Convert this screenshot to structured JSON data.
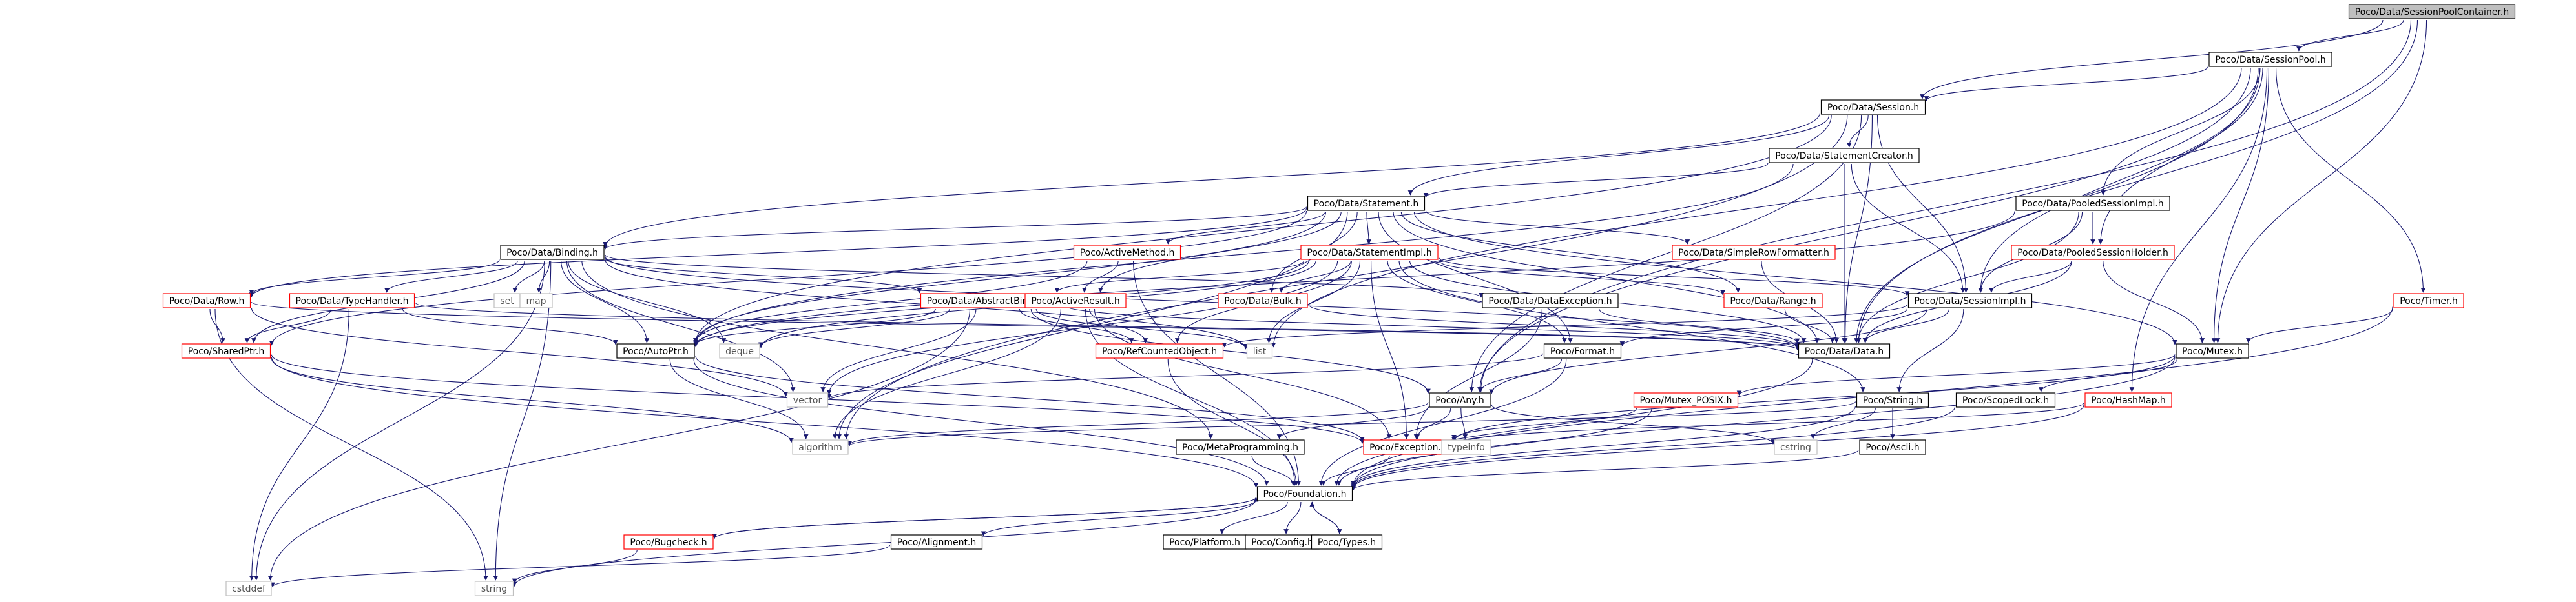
{
  "diagram": {
    "root": "Poco/Data/SessionPoolContainer.h",
    "colors": {
      "edge": "#191970",
      "root_fill": "#bfbfbf",
      "node_border": "#000000",
      "incomplete_border": "#ff0000",
      "system_border": "#bfbfbf",
      "system_text": "#555555"
    },
    "nodes": [
      {
        "id": "root",
        "label": "Poco/Data/SessionPoolContainer.h",
        "kind": "root"
      },
      {
        "id": "sessionpool",
        "label": "Poco/Data/SessionPool.h",
        "kind": "normal"
      },
      {
        "id": "session",
        "label": "Poco/Data/Session.h",
        "kind": "normal"
      },
      {
        "id": "stmtcreator",
        "label": "Poco/Data/StatementCreator.h",
        "kind": "normal"
      },
      {
        "id": "statement",
        "label": "Poco/Data/Statement.h",
        "kind": "normal"
      },
      {
        "id": "pooledimpl",
        "label": "Poco/Data/PooledSessionImpl.h",
        "kind": "normal"
      },
      {
        "id": "pooledholder",
        "label": "Poco/Data/PooledSessionHolder.h",
        "kind": "incomplete"
      },
      {
        "id": "timer",
        "label": "Poco/Timer.h",
        "kind": "incomplete"
      },
      {
        "id": "binding",
        "label": "Poco/Data/Binding.h",
        "kind": "normal"
      },
      {
        "id": "activemethod",
        "label": "Poco/ActiveMethod.h",
        "kind": "incomplete"
      },
      {
        "id": "stmtimpl",
        "label": "Poco/Data/StatementImpl.h",
        "kind": "incomplete"
      },
      {
        "id": "simplerow",
        "label": "Poco/Data/SimpleRowFormatter.h",
        "kind": "incomplete"
      },
      {
        "id": "row",
        "label": "Poco/Data/Row.h",
        "kind": "incomplete"
      },
      {
        "id": "typehandler",
        "label": "Poco/Data/TypeHandler.h",
        "kind": "incomplete"
      },
      {
        "id": "set",
        "label": "set",
        "kind": "system"
      },
      {
        "id": "map",
        "label": "map",
        "kind": "system"
      },
      {
        "id": "abstractbinding",
        "label": "Poco/Data/AbstractBinding.h",
        "kind": "incomplete"
      },
      {
        "id": "activeresult",
        "label": "Poco/ActiveResult.h",
        "kind": "incomplete"
      },
      {
        "id": "bulk",
        "label": "Poco/Data/Bulk.h",
        "kind": "incomplete"
      },
      {
        "id": "dataexception",
        "label": "Poco/Data/DataException.h",
        "kind": "normal"
      },
      {
        "id": "range",
        "label": "Poco/Data/Range.h",
        "kind": "incomplete"
      },
      {
        "id": "sessionimpl",
        "label": "Poco/Data/SessionImpl.h",
        "kind": "normal"
      },
      {
        "id": "sharedptr",
        "label": "Poco/SharedPtr.h",
        "kind": "incomplete"
      },
      {
        "id": "autoptr",
        "label": "Poco/AutoPtr.h",
        "kind": "normal"
      },
      {
        "id": "deque",
        "label": "deque",
        "kind": "system"
      },
      {
        "id": "list",
        "label": "list",
        "kind": "system"
      },
      {
        "id": "refcounted",
        "label": "Poco/RefCountedObject.h",
        "kind": "incomplete"
      },
      {
        "id": "datah",
        "label": "Poco/Data/Data.h",
        "kind": "normal"
      },
      {
        "id": "format",
        "label": "Poco/Format.h",
        "kind": "normal"
      },
      {
        "id": "mutex",
        "label": "Poco/Mutex.h",
        "kind": "normal"
      },
      {
        "id": "vector",
        "label": "vector",
        "kind": "system"
      },
      {
        "id": "any",
        "label": "Poco/Any.h",
        "kind": "normal"
      },
      {
        "id": "mutexposix",
        "label": "Poco/Mutex_POSIX.h",
        "kind": "incomplete"
      },
      {
        "id": "string_h",
        "label": "Poco/String.h",
        "kind": "normal"
      },
      {
        "id": "scopedlock",
        "label": "Poco/ScopedLock.h",
        "kind": "normal"
      },
      {
        "id": "hashmap",
        "label": "Poco/HashMap.h",
        "kind": "incomplete"
      },
      {
        "id": "algorithm",
        "label": "algorithm",
        "kind": "system"
      },
      {
        "id": "metaprog",
        "label": "Poco/MetaProgramming.h",
        "kind": "normal"
      },
      {
        "id": "exception",
        "label": "Poco/Exception.h",
        "kind": "incomplete"
      },
      {
        "id": "typeinfo",
        "label": "typeinfo",
        "kind": "system"
      },
      {
        "id": "cstring",
        "label": "cstring",
        "kind": "system"
      },
      {
        "id": "ascii",
        "label": "Poco/Ascii.h",
        "kind": "normal"
      },
      {
        "id": "foundation",
        "label": "Poco/Foundation.h",
        "kind": "normal"
      },
      {
        "id": "bugcheck",
        "label": "Poco/Bugcheck.h",
        "kind": "incomplete"
      },
      {
        "id": "alignment",
        "label": "Poco/Alignment.h",
        "kind": "normal"
      },
      {
        "id": "platform",
        "label": "Poco/Platform.h",
        "kind": "normal"
      },
      {
        "id": "config",
        "label": "Poco/Config.h",
        "kind": "normal"
      },
      {
        "id": "types",
        "label": "Poco/Types.h",
        "kind": "normal"
      },
      {
        "id": "cstddef",
        "label": "cstddef",
        "kind": "system"
      },
      {
        "id": "string",
        "label": "string",
        "kind": "system"
      }
    ],
    "edges": [
      [
        "root",
        "sessionpool"
      ],
      [
        "root",
        "session"
      ],
      [
        "root",
        "datah"
      ],
      [
        "root",
        "mutex"
      ],
      [
        "root",
        "any"
      ],
      [
        "sessionpool",
        "session"
      ],
      [
        "sessionpool",
        "pooledimpl"
      ],
      [
        "sessionpool",
        "pooledholder"
      ],
      [
        "sessionpool",
        "sessionimpl"
      ],
      [
        "sessionpool",
        "datah"
      ],
      [
        "sessionpool",
        "mutex"
      ],
      [
        "sessionpool",
        "timer"
      ],
      [
        "sessionpool",
        "hashmap"
      ],
      [
        "sessionpool",
        "list"
      ],
      [
        "sessionpool",
        "any"
      ],
      [
        "session",
        "stmtcreator"
      ],
      [
        "session",
        "statement"
      ],
      [
        "session",
        "binding"
      ],
      [
        "session",
        "sessionimpl"
      ],
      [
        "session",
        "autoptr"
      ],
      [
        "session",
        "datah"
      ],
      [
        "session",
        "any"
      ],
      [
        "session",
        "algorithm"
      ],
      [
        "stmtcreator",
        "statement"
      ],
      [
        "stmtcreator",
        "sessionimpl"
      ],
      [
        "stmtcreator",
        "datah"
      ],
      [
        "stmtcreator",
        "autoptr"
      ],
      [
        "statement",
        "binding"
      ],
      [
        "statement",
        "activemethod"
      ],
      [
        "statement",
        "stmtimpl"
      ],
      [
        "statement",
        "simplerow"
      ],
      [
        "statement",
        "range"
      ],
      [
        "statement",
        "bulk"
      ],
      [
        "statement",
        "activeresult"
      ],
      [
        "statement",
        "format"
      ],
      [
        "statement",
        "mutex"
      ],
      [
        "statement",
        "datah"
      ],
      [
        "statement",
        "autoptr"
      ],
      [
        "statement",
        "sharedptr"
      ],
      [
        "statement",
        "algorithm"
      ],
      [
        "statement",
        "row"
      ],
      [
        "pooledimpl",
        "pooledholder"
      ],
      [
        "pooledimpl",
        "sessionimpl"
      ],
      [
        "pooledimpl",
        "datah"
      ],
      [
        "pooledimpl",
        "autoptr"
      ],
      [
        "pooledholder",
        "sessionimpl"
      ],
      [
        "pooledholder",
        "mutex"
      ],
      [
        "pooledholder",
        "datah"
      ],
      [
        "timer",
        "mutex"
      ],
      [
        "timer",
        "foundation"
      ],
      [
        "binding",
        "abstractbinding"
      ],
      [
        "binding",
        "typehandler"
      ],
      [
        "binding",
        "dataexception"
      ],
      [
        "binding",
        "set"
      ],
      [
        "binding",
        "map"
      ],
      [
        "binding",
        "autoptr"
      ],
      [
        "binding",
        "sharedptr"
      ],
      [
        "binding",
        "vector"
      ],
      [
        "binding",
        "deque"
      ],
      [
        "binding",
        "list"
      ],
      [
        "binding",
        "datah"
      ],
      [
        "binding",
        "metaprog"
      ],
      [
        "binding",
        "row"
      ],
      [
        "binding",
        "string"
      ],
      [
        "binding",
        "cstddef"
      ],
      [
        "activemethod",
        "activeresult"
      ],
      [
        "activemethod",
        "foundation"
      ],
      [
        "activemethod",
        "autoptr"
      ],
      [
        "stmtimpl",
        "abstractbinding"
      ],
      [
        "stmtimpl",
        "bulk"
      ],
      [
        "stmtimpl",
        "range"
      ],
      [
        "stmtimpl",
        "sessionimpl"
      ],
      [
        "stmtimpl",
        "datah"
      ],
      [
        "stmtimpl",
        "format"
      ],
      [
        "stmtimpl",
        "exception"
      ],
      [
        "stmtimpl",
        "refcounted"
      ],
      [
        "stmtimpl",
        "list"
      ],
      [
        "stmtimpl",
        "vector"
      ],
      [
        "stmtimpl",
        "deque"
      ],
      [
        "stmtimpl",
        "string_h"
      ],
      [
        "stmtimpl",
        "autoptr"
      ],
      [
        "simplerow",
        "datah"
      ],
      [
        "range",
        "datah"
      ],
      [
        "bulk",
        "datah"
      ],
      [
        "row",
        "sharedptr"
      ],
      [
        "row",
        "datah"
      ],
      [
        "row",
        "vector"
      ],
      [
        "row",
        "string"
      ],
      [
        "typehandler",
        "sharedptr"
      ],
      [
        "typehandler",
        "autoptr"
      ],
      [
        "typehandler",
        "cstddef"
      ],
      [
        "typehandler",
        "datah"
      ],
      [
        "abstractbinding",
        "datah"
      ],
      [
        "abstractbinding",
        "any"
      ],
      [
        "abstractbinding",
        "autoptr"
      ],
      [
        "abstractbinding",
        "refcounted"
      ],
      [
        "abstractbinding",
        "vector"
      ],
      [
        "abstractbinding",
        "list"
      ],
      [
        "abstractbinding",
        "deque"
      ],
      [
        "abstractbinding",
        "cstddef"
      ],
      [
        "activeresult",
        "exception"
      ],
      [
        "activeresult",
        "refcounted"
      ],
      [
        "activeresult",
        "foundation"
      ],
      [
        "activeresult",
        "algorithm"
      ],
      [
        "dataexception",
        "datah"
      ],
      [
        "dataexception",
        "exception"
      ],
      [
        "sessionimpl",
        "datah"
      ],
      [
        "sessionimpl",
        "refcounted"
      ],
      [
        "sessionimpl",
        "string_h"
      ],
      [
        "sessionimpl",
        "format"
      ],
      [
        "sessionimpl",
        "any"
      ],
      [
        "sharedptr",
        "foundation"
      ],
      [
        "sharedptr",
        "exception"
      ],
      [
        "sharedptr",
        "algorithm"
      ],
      [
        "autoptr",
        "foundation"
      ],
      [
        "autoptr",
        "exception"
      ],
      [
        "autoptr",
        "algorithm"
      ],
      [
        "refcounted",
        "foundation"
      ],
      [
        "datah",
        "foundation"
      ],
      [
        "format",
        "foundation"
      ],
      [
        "format",
        "any"
      ],
      [
        "format",
        "vector"
      ],
      [
        "mutex",
        "foundation"
      ],
      [
        "mutex",
        "exception"
      ],
      [
        "mutex",
        "scopedlock"
      ],
      [
        "mutex",
        "mutexposix"
      ],
      [
        "any",
        "exception"
      ],
      [
        "any",
        "metaprog"
      ],
      [
        "any",
        "algorithm"
      ],
      [
        "any",
        "typeinfo"
      ],
      [
        "any",
        "cstring"
      ],
      [
        "mutexposix",
        "foundation"
      ],
      [
        "mutexposix",
        "exception"
      ],
      [
        "string_h",
        "foundation"
      ],
      [
        "string_h",
        "ascii"
      ],
      [
        "string_h",
        "cstring"
      ],
      [
        "string_h",
        "algorithm"
      ],
      [
        "scopedlock",
        "foundation"
      ],
      [
        "hashmap",
        "foundation"
      ],
      [
        "hashmap",
        "exception"
      ],
      [
        "metaprog",
        "foundation"
      ],
      [
        "exception",
        "foundation"
      ],
      [
        "ascii",
        "foundation"
      ],
      [
        "foundation",
        "bugcheck"
      ],
      [
        "foundation",
        "alignment"
      ],
      [
        "foundation",
        "platform"
      ],
      [
        "foundation",
        "config"
      ],
      [
        "foundation",
        "types"
      ],
      [
        "foundation",
        "string"
      ],
      [
        "bugcheck",
        "foundation"
      ],
      [
        "bugcheck",
        "string"
      ],
      [
        "types",
        "foundation"
      ],
      [
        "alignment",
        "cstddef"
      ]
    ]
  }
}
